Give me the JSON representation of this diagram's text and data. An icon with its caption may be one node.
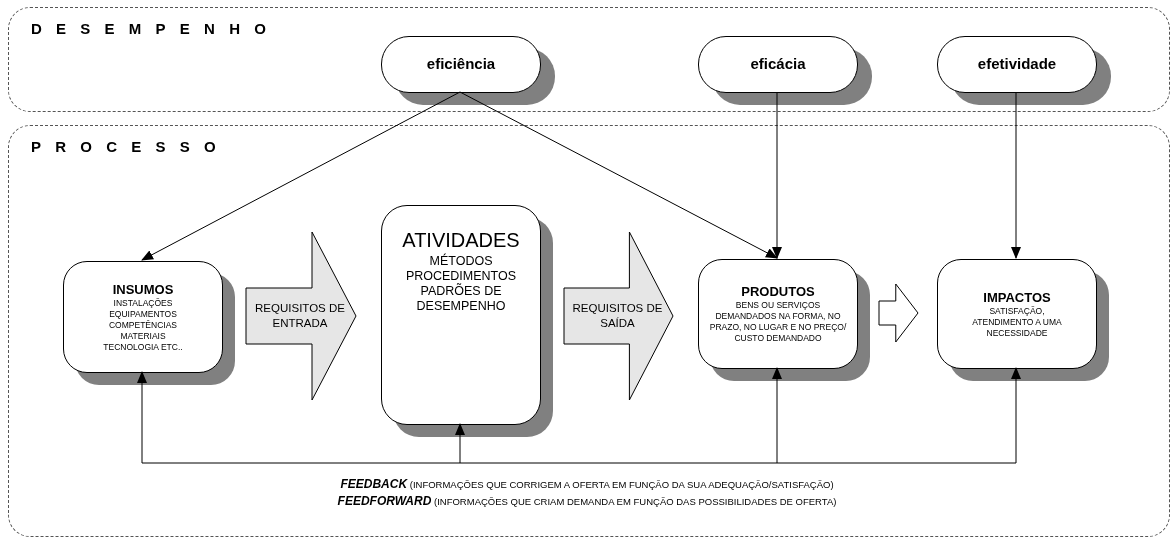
{
  "diagram": {
    "nodes": [
      {
        "text": [
          "DESEMPENHO"
        ]
      },
      {
        "text": [
          "eficiência"
        ],
        "in": 0
      },
      {
        "text": [
          "eficácia"
        ],
        "in": 0
      },
      {
        "text": [
          "efetividade"
        ],
        "in": 0
      },
      {
        "text": [
          "PROCESSO"
        ]
      },
      {
        "text": [
          "INSUMOS",
          "INSTALAÇÕES EQUIPAMENTOS COMPETÊNCIAS MATERIAIS TECNOLOGIA ETC.."
        ],
        "in": 4
      },
      {
        "text": [
          "ATIVIDADES",
          "MÉTODOS PROCEDIMENTOS PADRÕES DE DESEMPENHO"
        ],
        "in": 4
      },
      {
        "text": [
          "PRODUTOS",
          "BENS OU SERVIÇOS DEMANDADOS NA FORMA, NO PRAZO, NO LUGAR E NO PREÇO/ CUSTO DEMANDADO"
        ],
        "in": 4
      },
      {
        "text": [
          "IMPACTOS",
          "SATISFAÇÃO, ATENDIMENTO A UMA NECESSIDADE"
        ],
        "in": 4
      }
    ],
    "edges": [
      {
        "from": 1,
        "to": 5,
        "arrow": "to"
      },
      {
        "from": 1,
        "to": 7,
        "arrow": "to"
      },
      {
        "from": 2,
        "to": 7,
        "arrow": "to"
      },
      {
        "from": 3,
        "to": 8,
        "arrow": "to"
      },
      {
        "from": 5,
        "to": 6,
        "arrow": "to",
        "label": "REQUISITOS DE ENTRADA",
        "style": "thick"
      },
      {
        "from": 6,
        "to": 7,
        "arrow": "to",
        "label": "REQUISITOS DE SAÍDA",
        "style": "thick"
      },
      {
        "from": 7,
        "to": 8,
        "arrow": "to",
        "style": "thick"
      },
      {
        "from": null,
        "to": 5,
        "arrow": "to"
      },
      {
        "from": null,
        "to": 6,
        "arrow": "to"
      },
      {
        "from": null,
        "to": 7,
        "arrow": "to"
      },
      {
        "from": null,
        "to": 8,
        "arrow": "to"
      }
    ],
    "labels": [
      "**FEEDBACK** (INFORMAÇÕES QUE CORRIGEM A OFERTA EM FUNÇÃO DA SUA ADEQUAÇÃO/SATISFAÇÃO)",
      "**FEEDFORWARD** (INFORMAÇÕES QUE CRIAM DEMANDA EM FUNÇÃO DAS POSSIBILIDADES DE OFERTA)"
    ]
  }
}
